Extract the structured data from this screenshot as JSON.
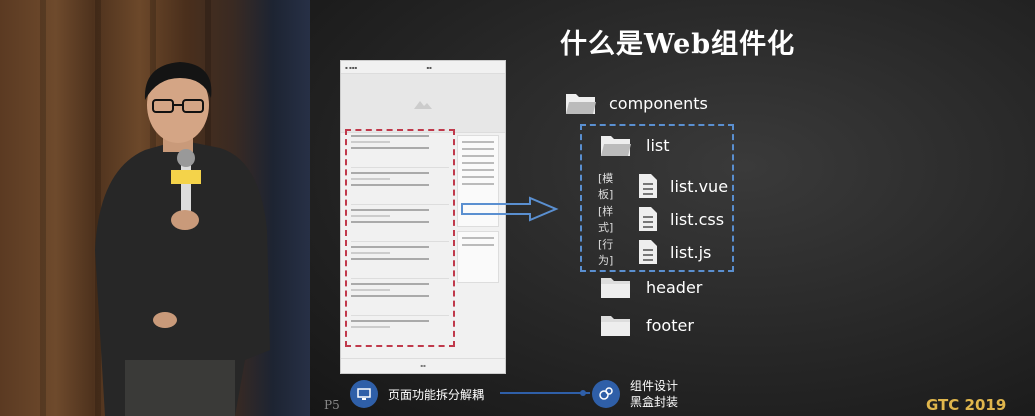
{
  "slide": {
    "title": "什么是Web组件化",
    "page_number": "P5",
    "logo": "GTC 2019",
    "tree": {
      "root": "components",
      "list": "list",
      "files": [
        {
          "tag": "[模板]",
          "name": "list.vue"
        },
        {
          "tag": "[样式]",
          "name": "list.css"
        },
        {
          "tag": "[行为]",
          "name": "list.js"
        }
      ],
      "header": "header",
      "footer": "footer"
    },
    "footer": {
      "step1": "页面功能拆分解耦",
      "step2_line1": "组件设计",
      "step2_line2": "黑盒封装"
    }
  },
  "colors": {
    "accent_blue": "#5a8fd0",
    "dashed_red": "#c0394b",
    "logo_gold": "#e0b64c"
  }
}
